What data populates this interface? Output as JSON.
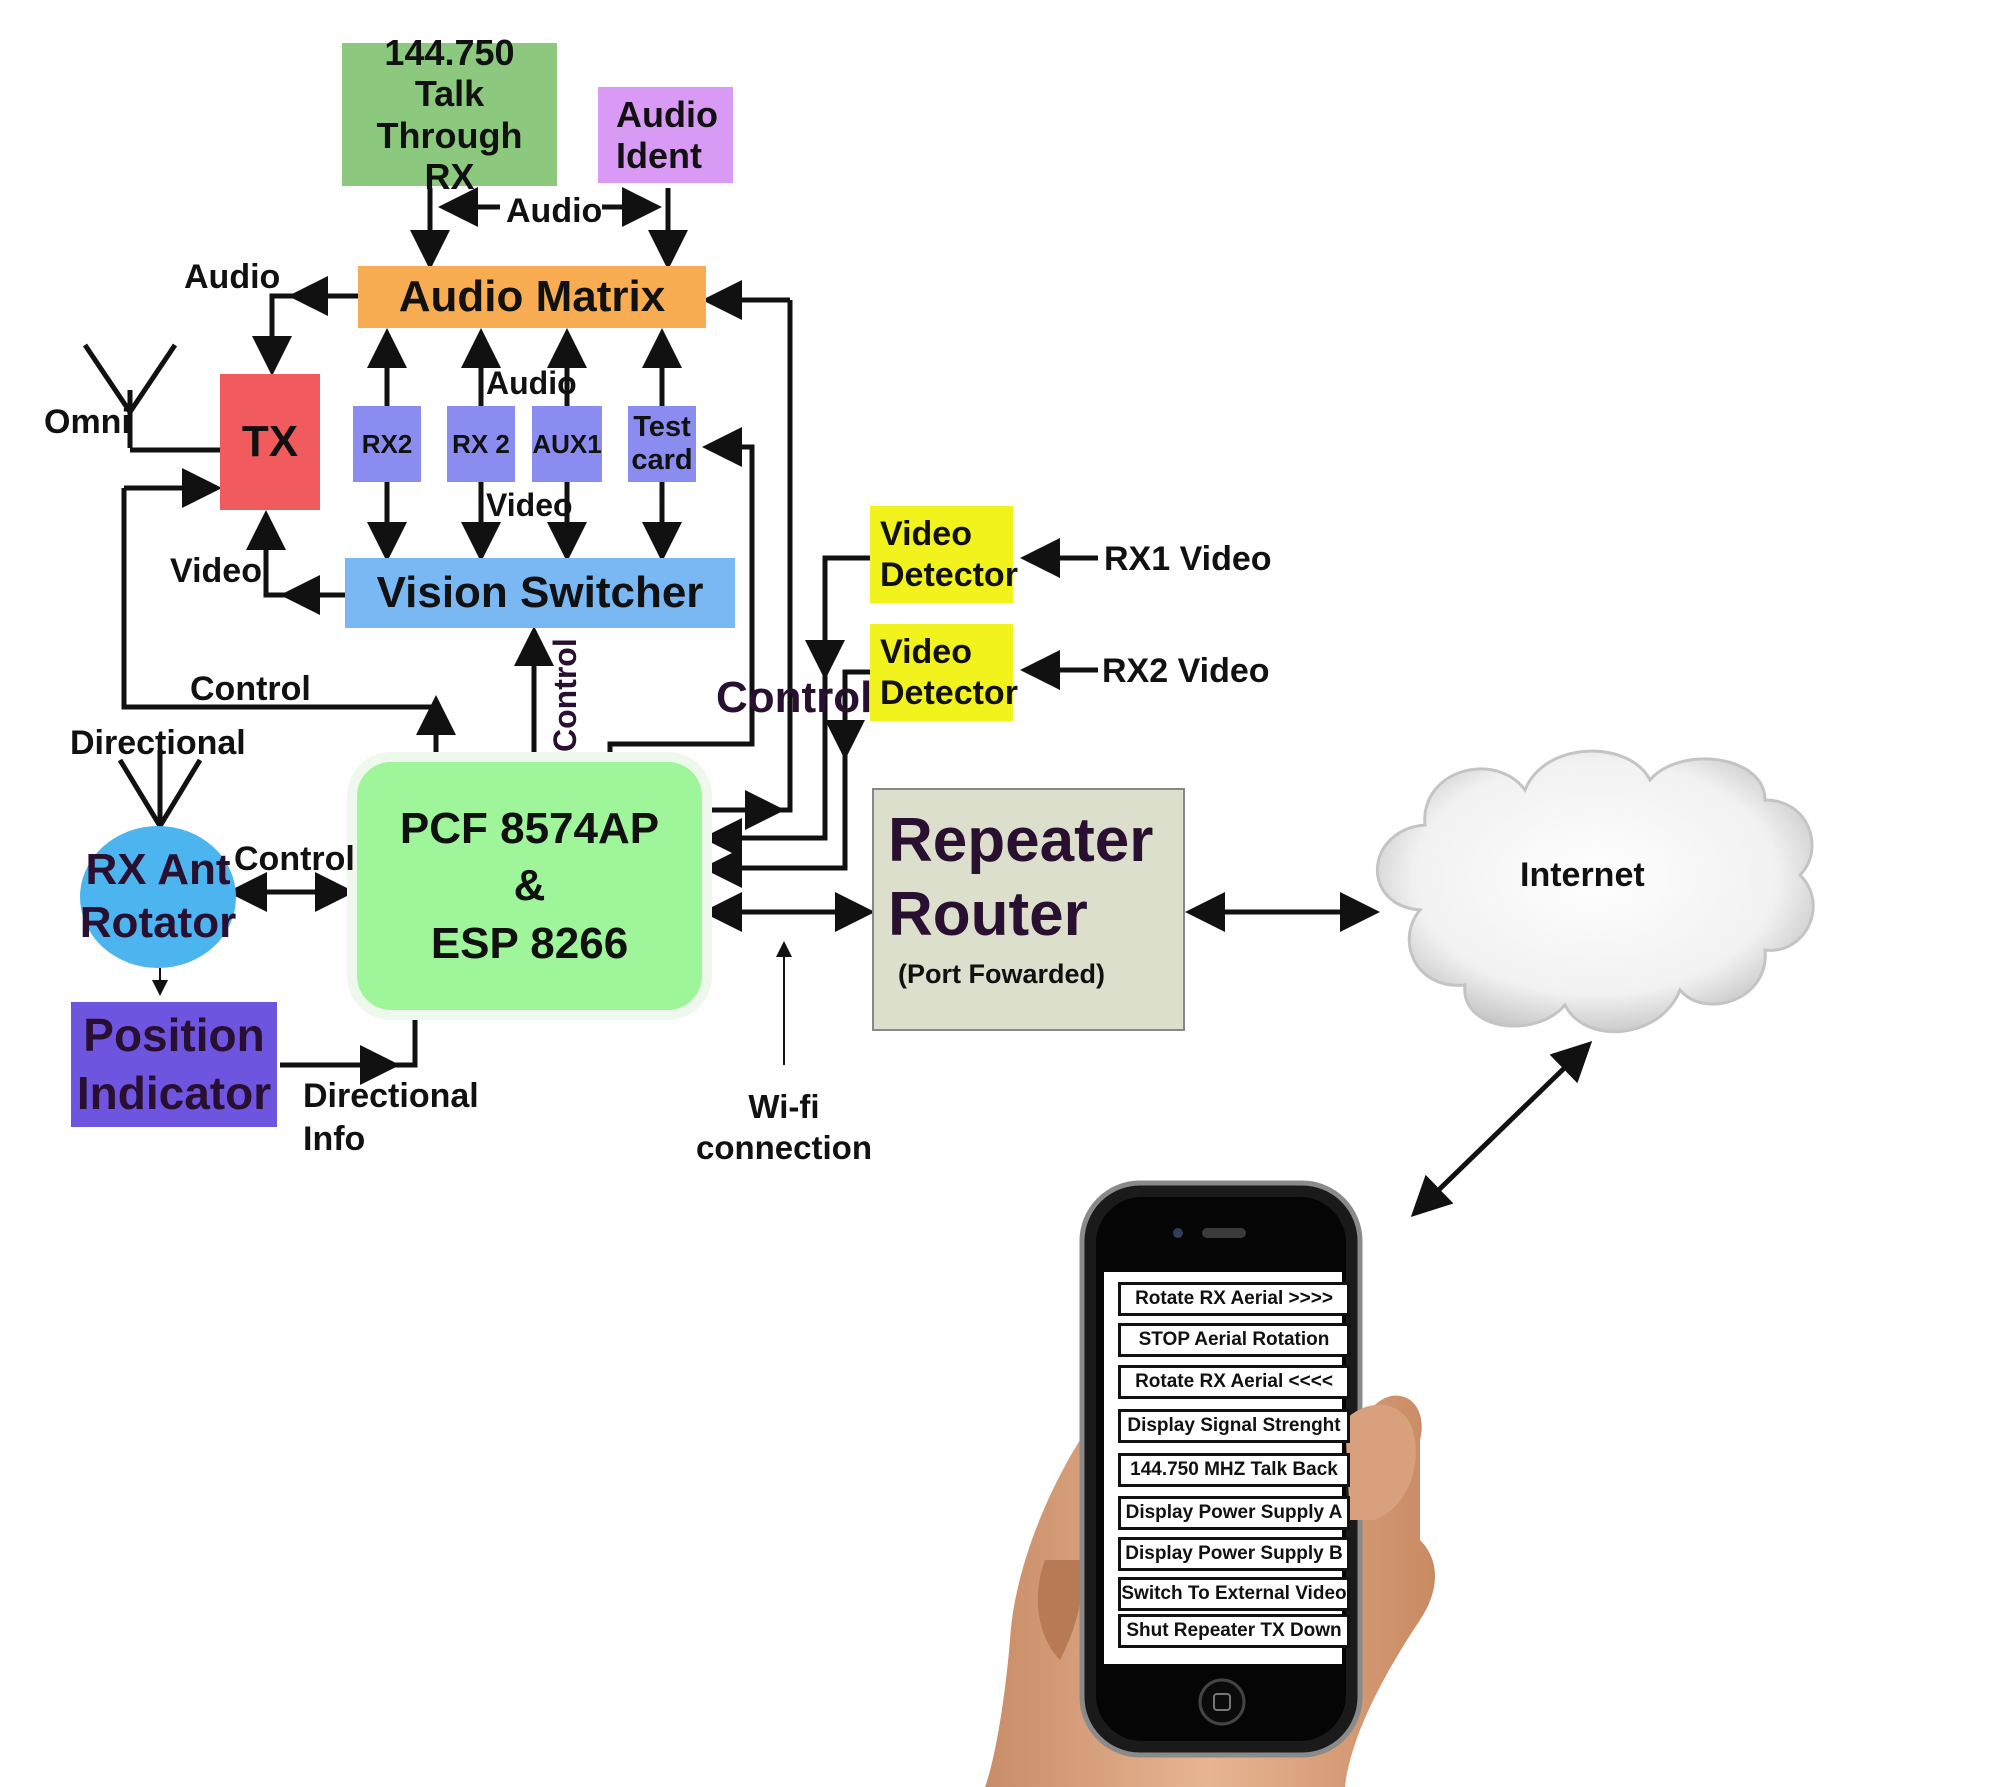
{
  "blocks": {
    "talk_through_rx": [
      "144.750",
      "Talk Through",
      "RX"
    ],
    "audio_ident": [
      "Audio",
      "Ident"
    ],
    "audio_matrix": "Audio Matrix",
    "tx": "TX",
    "rx2": "RX2",
    "rx2b": "RX 2",
    "aux1": "AUX1",
    "test_card": [
      "Test",
      "card"
    ],
    "vision_switcher": "Vision Switcher",
    "video_detector_1": [
      "Video",
      "Detector"
    ],
    "video_detector_2": [
      "Video",
      "Detector"
    ],
    "controller": [
      "PCF 8574AP",
      "&",
      "ESP 8266"
    ],
    "router": [
      "Repeater",
      "Router",
      "(Port Fowarded)"
    ],
    "internet": "Internet",
    "rotator": [
      "RX Ant",
      "Rotator"
    ],
    "position_indicator": [
      "Position",
      "Indicator"
    ]
  },
  "labels": {
    "audio_top": "Audio",
    "audio_left": "Audio",
    "omni": "Omni",
    "audio_mid": "Audio",
    "video_mid": "Video",
    "video_left": "Video",
    "control_left": "Control",
    "control_vertical": "Control",
    "control_big": "Control",
    "rx1_video": "RX1 Video",
    "rx2_video": "RX2 Video",
    "directional": "Directional",
    "control_rotator": "Control",
    "directional_info": [
      "Directional",
      "Info"
    ],
    "wifi": [
      "Wi-fi",
      "connection"
    ]
  },
  "phone_buttons": [
    "Rotate RX Aerial >>>>",
    "STOP Aerial Rotation",
    "Rotate RX Aerial <<<<",
    "Display Signal Strenght",
    "144.750 MHZ Talk Back",
    "Display Power Supply A",
    "Display Power Supply B",
    "Switch To External Video",
    "Shut Repeater TX Down"
  ],
  "colors": {
    "green_rx": "#8cc97e",
    "purple_ident": "#d99af5",
    "orange_matrix": "#f8ad52",
    "red_tx": "#f25b5e",
    "blue_small": "#8a8cf0",
    "blue_switcher": "#79b8f2",
    "yellow_detector": "#f2f21c",
    "green_controller": "#9ef59a",
    "router_bg": "#dcdfcb",
    "rotator_blue": "#4cb4ee",
    "position_purple": "#6d55e0",
    "line": "#111111"
  }
}
